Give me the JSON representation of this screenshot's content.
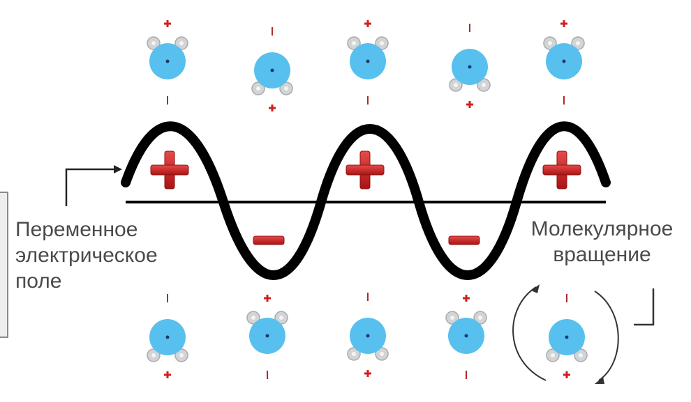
{
  "field_label": [
    "Переменное",
    "электрическое",
    "поле"
  ],
  "rotation_label": [
    "Молекулярное",
    "вращение"
  ],
  "wave_signs": [
    "+",
    "−",
    "+",
    "−",
    "+"
  ],
  "colors": {
    "molecule": "#58c0ee",
    "atom": "#d2d4d6",
    "charge_sign": "#cf2020",
    "wave": "#000000",
    "label_text": "#4a4a4a"
  }
}
